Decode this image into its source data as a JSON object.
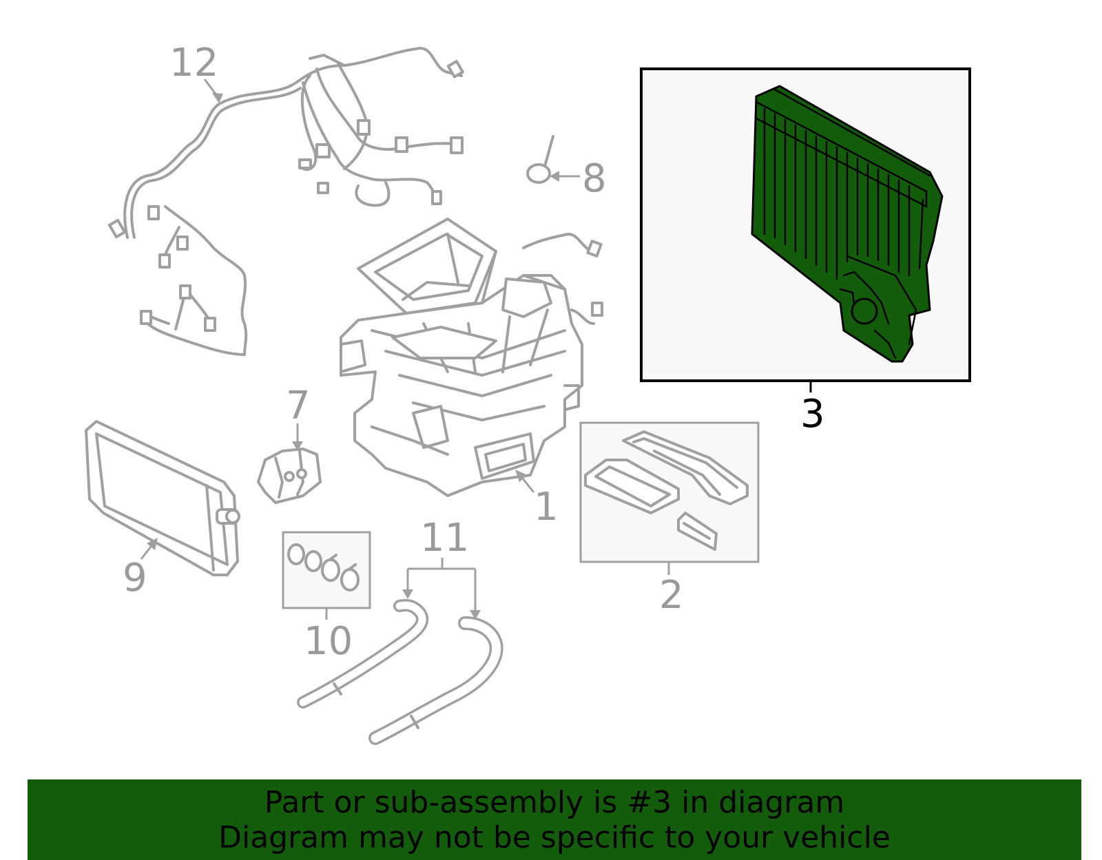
{
  "diagram": {
    "highlighted_part": "3",
    "colors": {
      "highlight_fill": "#135c0b",
      "outline": "#a0a0a0",
      "highlight_text": "#000000",
      "inset_background": "#f8f8f8"
    },
    "callouts": {
      "c1": "1",
      "c2": "2",
      "c3": "3",
      "c7": "7",
      "c8": "8",
      "c9": "9",
      "c10": "10",
      "c11": "11",
      "c12": "12"
    }
  },
  "banner": {
    "line1": "Part or sub-assembly is #3 in diagram",
    "line2": "Diagram may not be specific to your vehicle"
  }
}
